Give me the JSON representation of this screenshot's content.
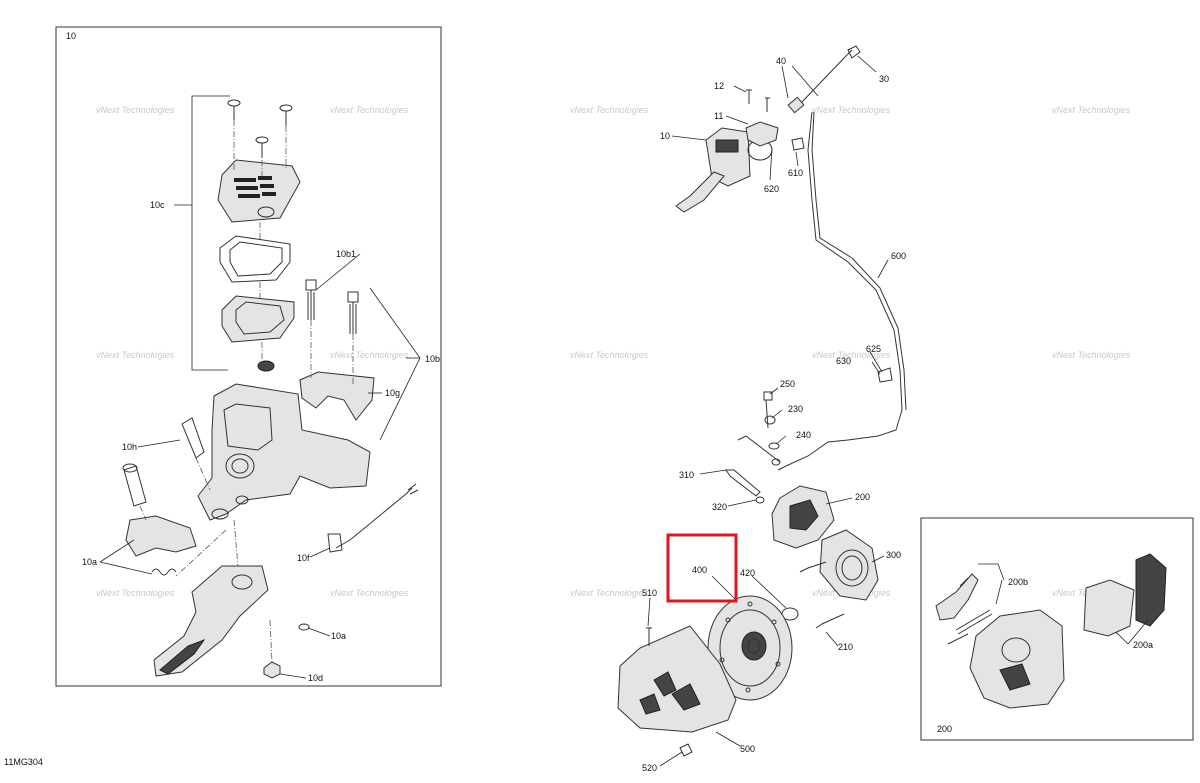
{
  "diagram": {
    "id_code": "11MG304",
    "watermark": "vNext Technologies",
    "left_panel_label": "10",
    "inset_panel_label": "200",
    "highlight_color": "#e0141e",
    "highlight_label": "400",
    "left_labels": [
      "10c",
      "10b1",
      "10b",
      "10g",
      "10h",
      "10a",
      "10f",
      "10a",
      "10d"
    ],
    "right_labels": [
      "12",
      "11",
      "10",
      "40",
      "30",
      "610",
      "620",
      "600",
      "625",
      "630",
      "250",
      "230",
      "240",
      "310",
      "320",
      "200",
      "300",
      "420",
      "510",
      "210",
      "500",
      "520"
    ],
    "inset_labels": [
      "200b",
      "200a"
    ]
  }
}
